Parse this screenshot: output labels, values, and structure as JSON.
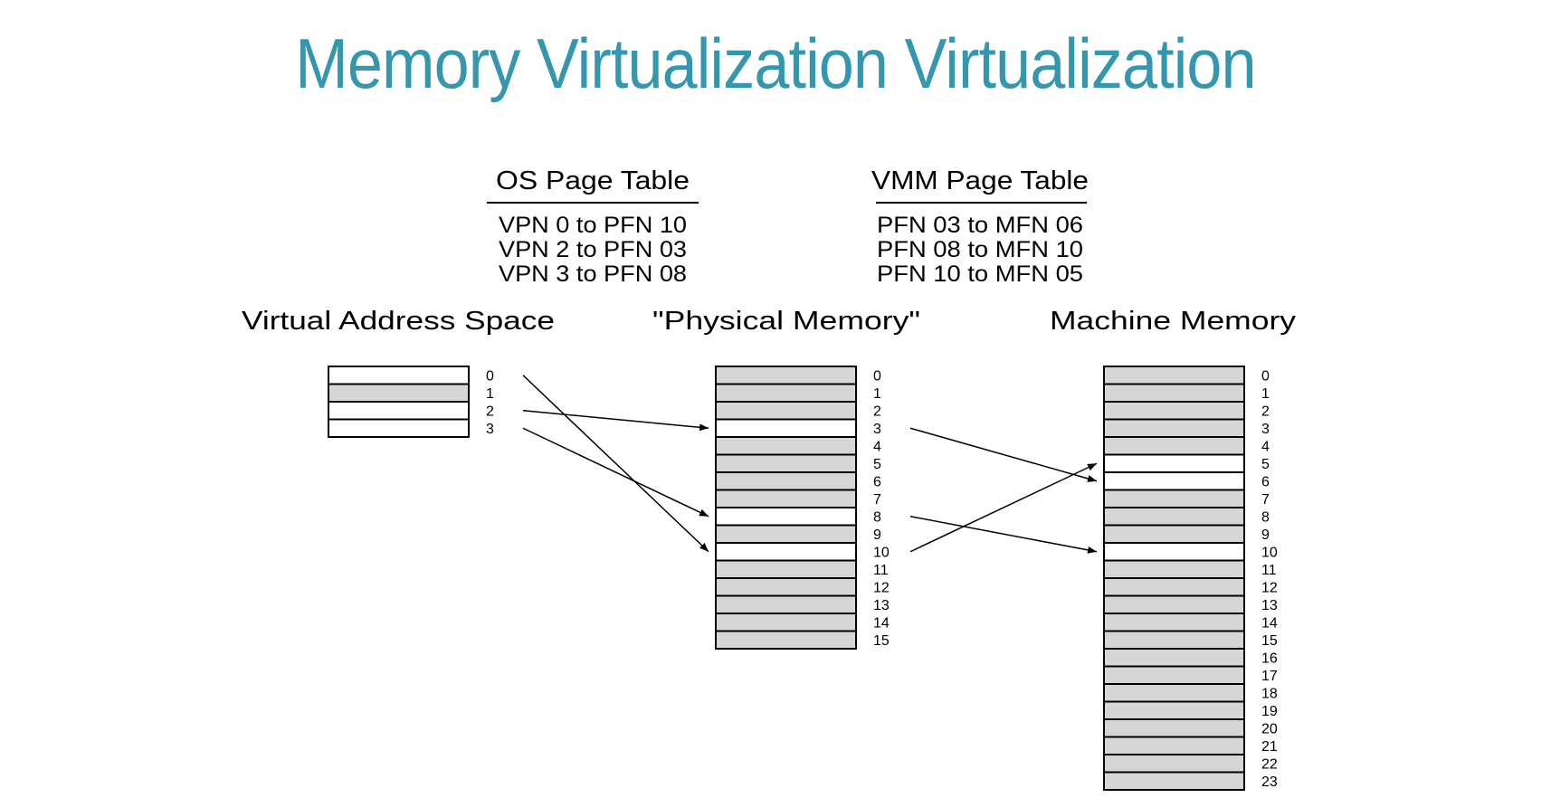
{
  "title": "Memory Virtualization Virtualization",
  "os_page_table": {
    "heading": "OS Page Table",
    "entries": [
      "VPN 0 to PFN 10",
      "VPN 2 to PFN 03",
      "VPN 3 to PFN 08"
    ]
  },
  "vmm_page_table": {
    "heading": "VMM Page Table",
    "entries": [
      "PFN 03 to MFN 06",
      "PFN 08 to MFN 10",
      "PFN 10 to MFN 05"
    ]
  },
  "virtual": {
    "label": "Virtual Address Space",
    "count": 4,
    "indices": [
      "0",
      "1",
      "2",
      "3"
    ],
    "white": [
      0,
      2,
      3
    ]
  },
  "physical": {
    "label": "\"Physical Memory\"",
    "count": 16,
    "indices": [
      "0",
      "1",
      "2",
      "3",
      "4",
      "5",
      "6",
      "7",
      "8",
      "9",
      "10",
      "11",
      "12",
      "13",
      "14",
      "15"
    ],
    "white": [
      3,
      8,
      10
    ]
  },
  "machine": {
    "label": "Machine Memory",
    "count": 24,
    "indices": [
      "0",
      "1",
      "2",
      "3",
      "4",
      "5",
      "6",
      "7",
      "8",
      "9",
      "10",
      "11",
      "12",
      "13",
      "14",
      "15",
      "16",
      "17",
      "18",
      "19",
      "20",
      "21",
      "22",
      "23"
    ],
    "white": [
      5,
      6,
      10
    ]
  },
  "mappings": [
    {
      "from": "virtual",
      "from_index": 0,
      "to": "physical",
      "to_index": 10
    },
    {
      "from": "virtual",
      "from_index": 2,
      "to": "physical",
      "to_index": 3
    },
    {
      "from": "virtual",
      "from_index": 3,
      "to": "physical",
      "to_index": 8
    },
    {
      "from": "physical",
      "from_index": 3,
      "to": "machine",
      "to_index": 6
    },
    {
      "from": "physical",
      "from_index": 8,
      "to": "machine",
      "to_index": 10
    },
    {
      "from": "physical",
      "from_index": 10,
      "to": "machine",
      "to_index": 5
    }
  ],
  "colors": {
    "title": "#3497ae",
    "used_cell": "#d6d6d6",
    "free_cell": "#ffffff",
    "line": "#000000"
  }
}
